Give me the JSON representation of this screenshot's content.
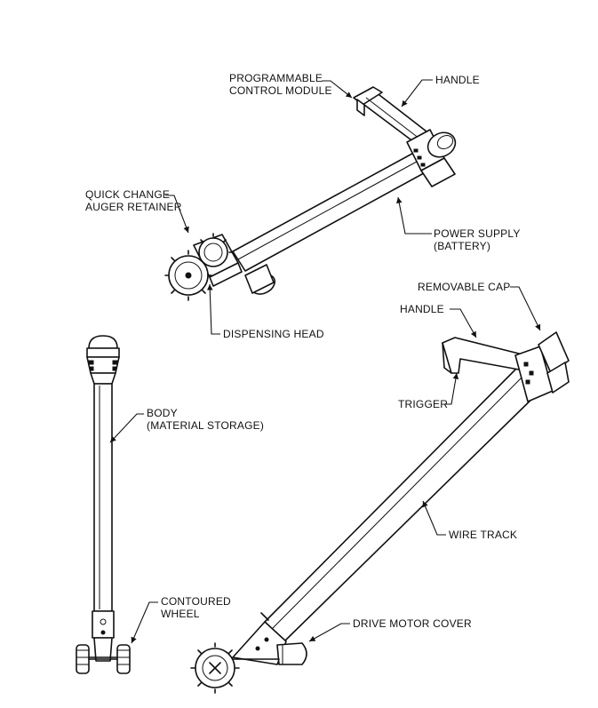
{
  "labels": {
    "programmable_control_module": "PROGRAMMABLE\nCONTROL MODULE",
    "handle_top": "HANDLE",
    "quick_change_auger_retainer": "QUICK CHANGE\nAUGER RETAINER",
    "power_supply": "POWER SUPPLY\n(BATTERY)",
    "dispensing_head": "DISPENSING HEAD",
    "removable_cap": "REMOVABLE CAP",
    "handle_right": "HANDLE",
    "trigger": "TRIGGER",
    "body": "BODY\n(MATERIAL STORAGE)",
    "wire_track": "WIRE TRACK",
    "contoured_wheel": "CONTOURED\nWHEEL",
    "drive_motor_cover": "DRIVE MOTOR COVER"
  }
}
